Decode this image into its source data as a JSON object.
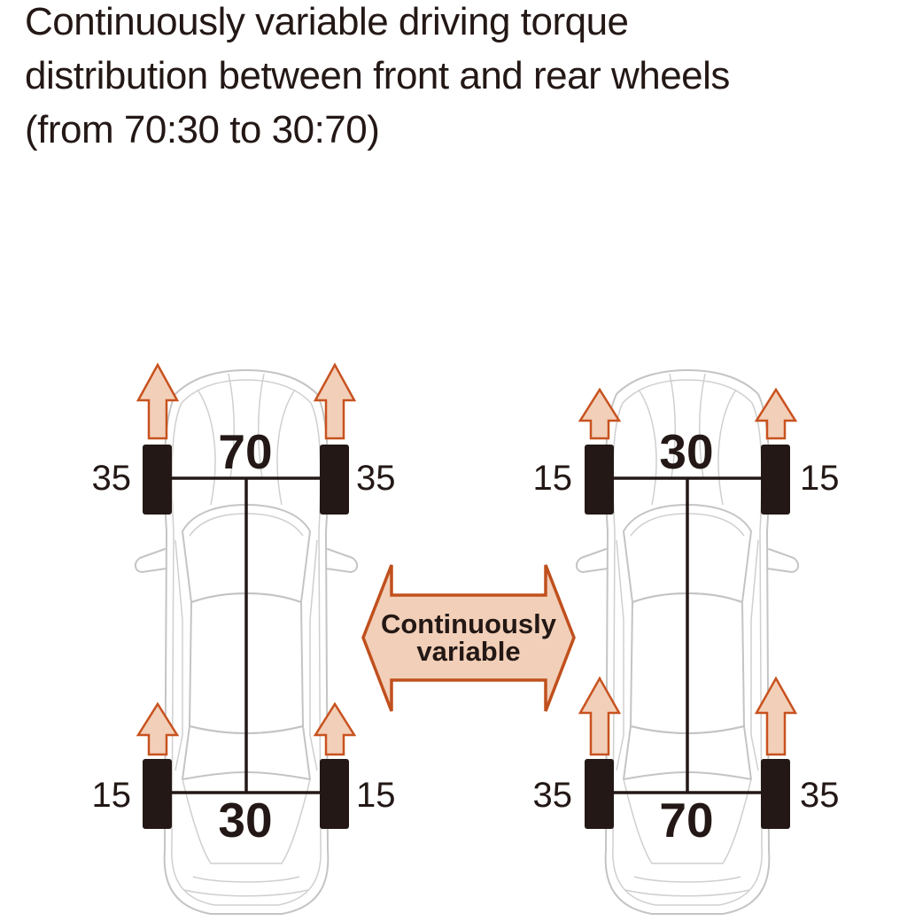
{
  "title": {
    "line1": "Continuously variable driving torque",
    "line2": "distribution between front and rear wheels",
    "line3": "(from 70:30 to 30:70)"
  },
  "center_arrow": {
    "line1": "Continuously",
    "line2": "variable"
  },
  "left_car": {
    "front_total": "70",
    "rear_total": "30",
    "front_left": "35",
    "front_right": "35",
    "rear_left": "15",
    "rear_right": "15"
  },
  "right_car": {
    "front_total": "30",
    "rear_total": "70",
    "front_left": "15",
    "front_right": "15",
    "rear_left": "35",
    "rear_right": "35"
  },
  "colors": {
    "arrow_fill": "#f2cfb8",
    "arrow_stroke": "#c8521f",
    "tire": "#231815",
    "car_outline": "#c4c4c4"
  }
}
